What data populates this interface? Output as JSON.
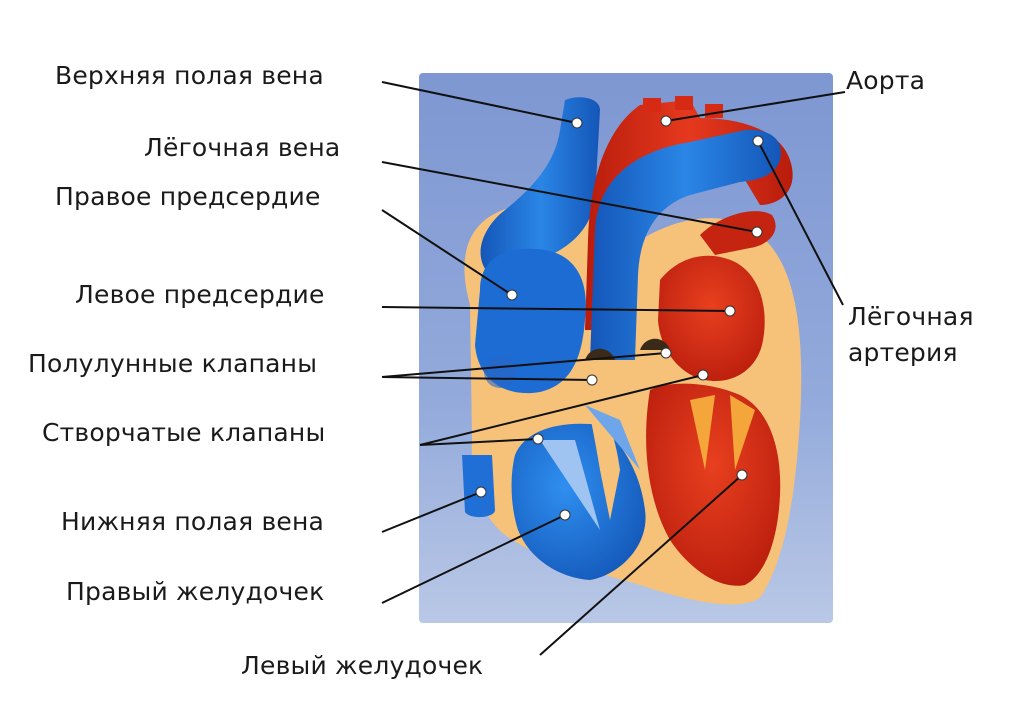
{
  "diagram": {
    "labels": {
      "superior_vena_cava": "Верхняя полая вена",
      "pulmonary_vein": "Лёгочная вена",
      "right_atrium": "Правое предсердие",
      "left_atrium": "Левое предсердие",
      "semilunar_valves": "Полулунные клапаны",
      "atrioventricular_valves": "Створчатые клапаны",
      "inferior_vena_cava": "Нижняя полая вена",
      "right_ventricle": "Правый желудочек",
      "left_ventricle": "Левый желудочек",
      "aorta": "Аорта",
      "pulmonary_artery_line1": "Лёгочная",
      "pulmonary_artery_line2": "артерия"
    },
    "colors": {
      "panel": "#8fa6d8",
      "blood_deoxygenated": "#1f6fd6",
      "blood_oxygenated": "#d62a14",
      "heart_wall": "#f6c27a",
      "leader_line": "#111111",
      "marker": "#ffffff"
    }
  }
}
